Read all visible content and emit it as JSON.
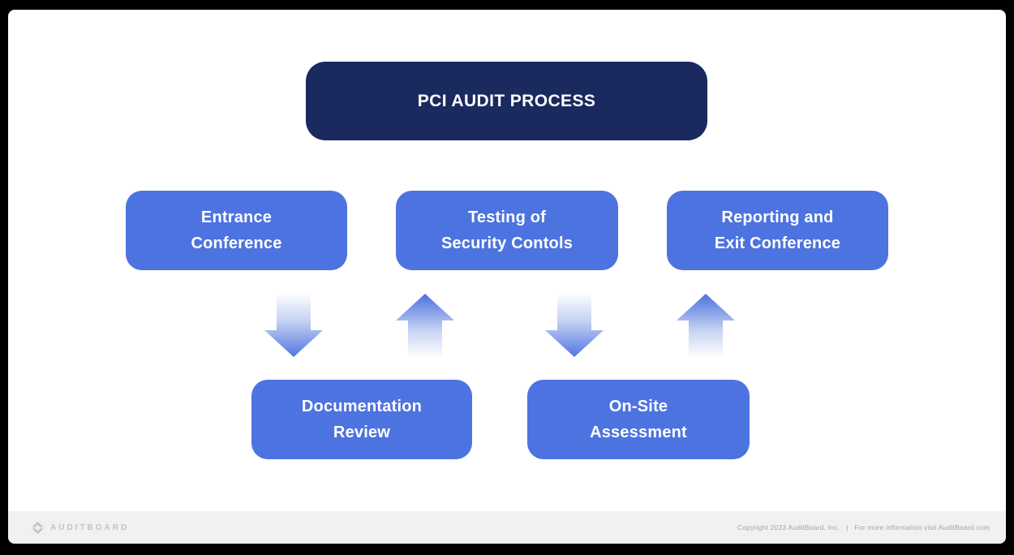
{
  "colors": {
    "frame": "#000000",
    "canvas": "#ffffff",
    "navy": "#1a2a5e",
    "blue": "#4d73e0",
    "arrow_tip": "#4a71de",
    "arrow_tail": "#fdfeff",
    "footer_bg": "#f1f1ef",
    "footer_text": "#a3a3a1",
    "logo_gray": "#c2c2c0"
  },
  "title": {
    "label": "PCI AUDIT PROCESS"
  },
  "process": {
    "row1": [
      {
        "line1": "Entrance",
        "line2": "Conference"
      },
      {
        "line1": "Testing of",
        "line2": "Security Contols"
      },
      {
        "line1": "Reporting and",
        "line2": "Exit Conference"
      }
    ],
    "row2": [
      {
        "line1": "Documentation",
        "line2": "Review"
      },
      {
        "line1": "On-Site",
        "line2": "Assessment"
      }
    ],
    "arrows": [
      {
        "direction": "down"
      },
      {
        "direction": "up"
      },
      {
        "direction": "down"
      },
      {
        "direction": "up"
      }
    ]
  },
  "footer": {
    "brand": "AUDITBOARD",
    "copyright": "Copyright 2023 AuditBoard, Inc.",
    "separator": "|",
    "info": "For more information visit AuditBoard.com"
  }
}
